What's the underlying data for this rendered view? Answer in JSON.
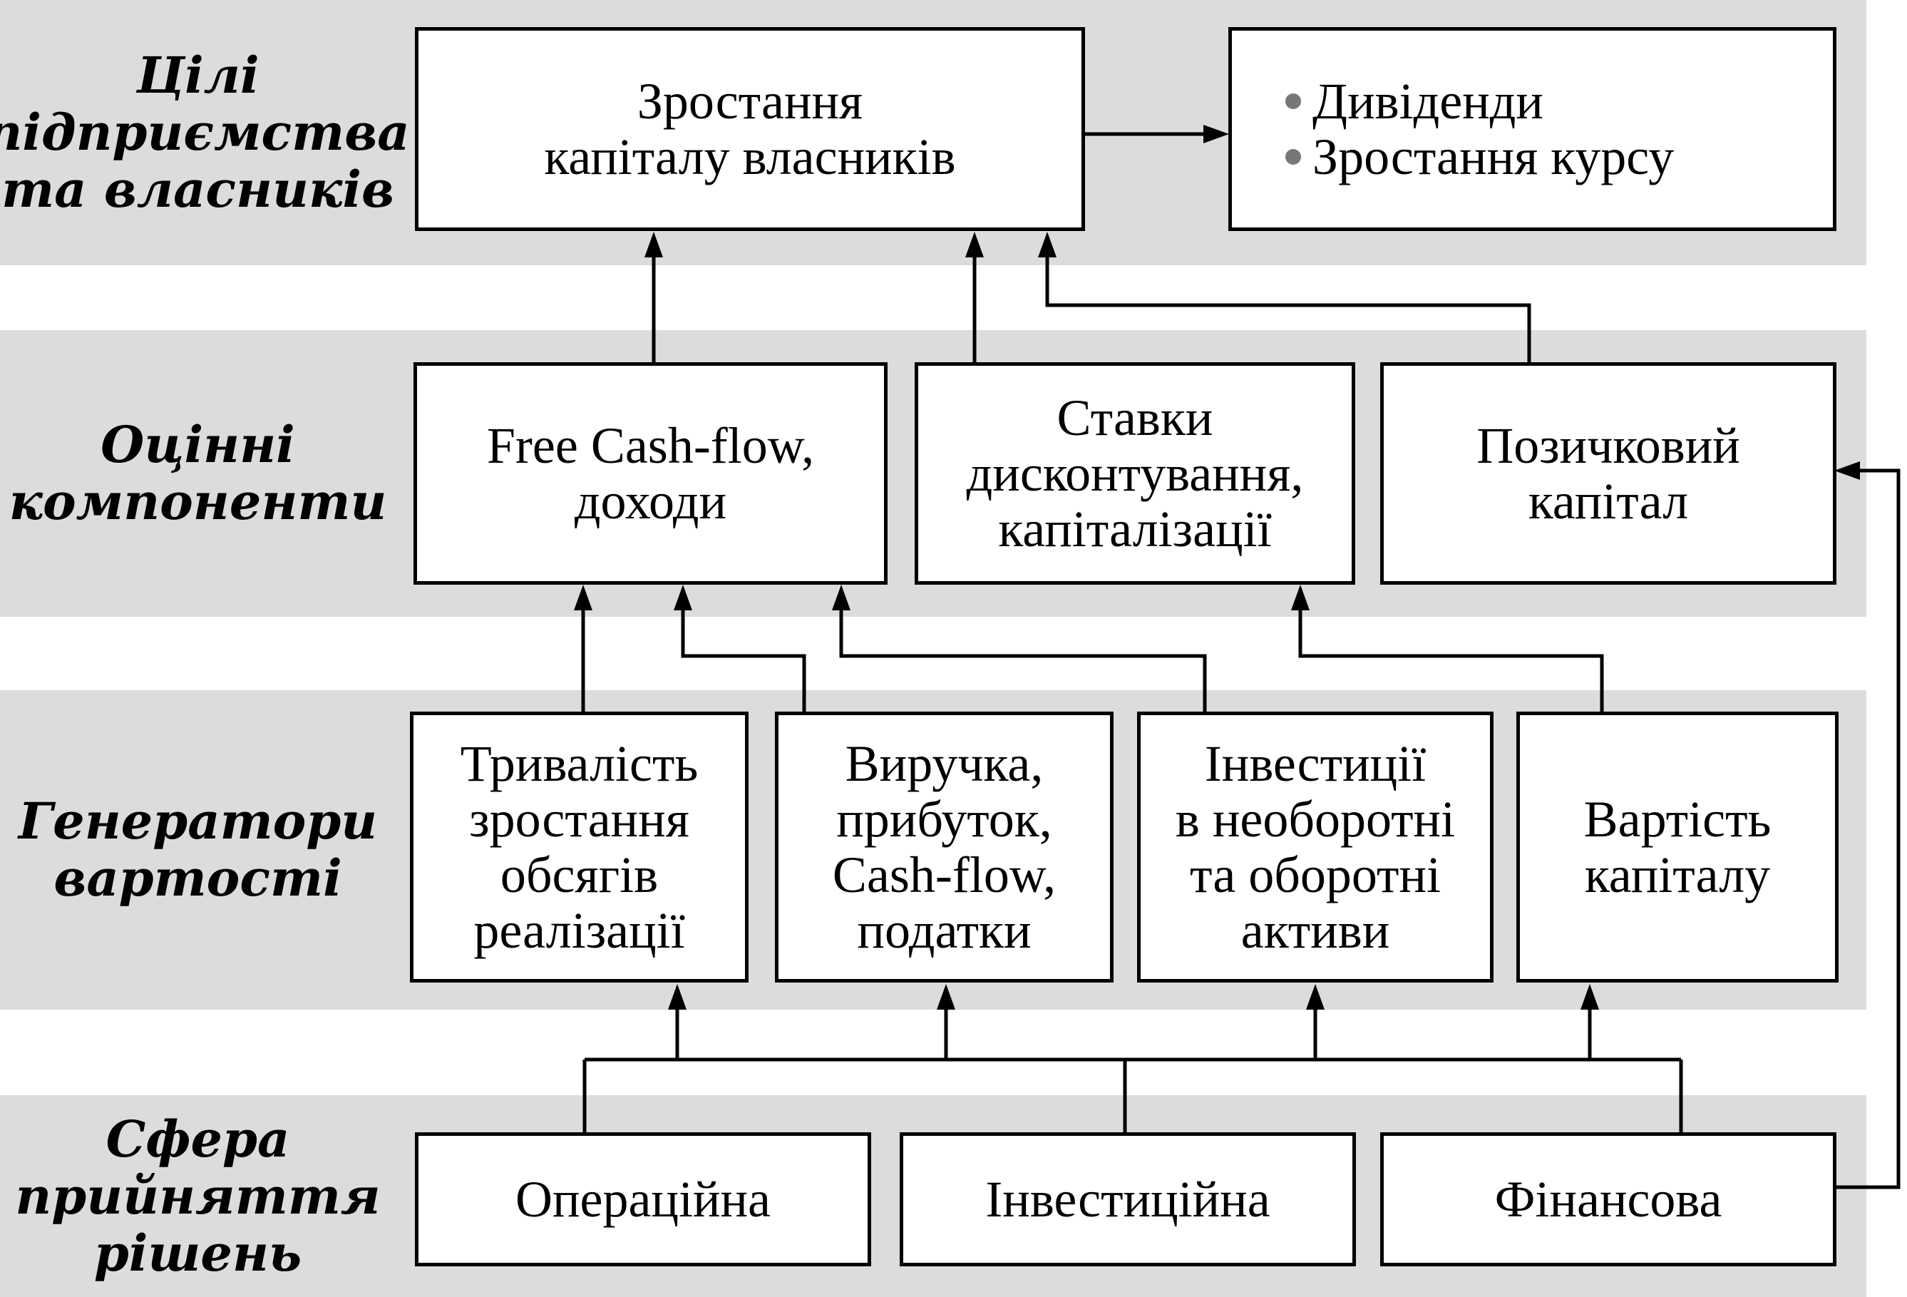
{
  "bands": [
    {
      "id": "goals",
      "fill": "#dcdcdc",
      "lines": [
        "Цілі",
        "підприємства",
        "та власників"
      ]
    },
    {
      "id": "evaluation",
      "fill": "#dcdcdc",
      "lines": [
        "Оцінні",
        "компоненти"
      ]
    },
    {
      "id": "generators",
      "fill": "#dcdcdc",
      "lines": [
        "Генератори",
        "вартості"
      ]
    },
    {
      "id": "decisions",
      "fill": "#dcdcdc",
      "lines": [
        "Сфера",
        "прийняття",
        "рішень"
      ]
    }
  ],
  "nodes": {
    "owner_capital_growth": {
      "lines": [
        "Зростання",
        "капіталу власників"
      ]
    },
    "dividends": {
      "bullets": [
        "Дивіденди",
        "Зростання курсу"
      ]
    },
    "free_cash_flow": {
      "lines": [
        "Free Cash-flow,",
        "доходи"
      ]
    },
    "discount_rates": {
      "lines": [
        "Ставки",
        "дисконтування,",
        "капіталізації"
      ]
    },
    "borrowed_capital": {
      "lines": [
        "Позичковий",
        "капітал"
      ]
    },
    "growth_duration": {
      "lines": [
        "Тривалість",
        "зростання",
        "обсягів",
        "реалізації"
      ]
    },
    "revenue_profit": {
      "lines": [
        "Виручка,",
        "прибуток,",
        "Cash-flow,",
        "податки"
      ]
    },
    "investments": {
      "lines": [
        "Інвестиції",
        "в необоротні",
        "та оборотні",
        "активи"
      ]
    },
    "capital_cost": {
      "lines": [
        "Вартість",
        "капіталу"
      ]
    },
    "operating": {
      "lines": [
        "Операційна"
      ]
    },
    "investment": {
      "lines": [
        "Інвестиційна"
      ]
    },
    "financial": {
      "lines": [
        "Фінансова"
      ]
    }
  },
  "edges": [
    {
      "from": "owner_capital_growth",
      "to": "dividends"
    },
    {
      "from": "free_cash_flow",
      "to": "owner_capital_growth"
    },
    {
      "from": "discount_rates",
      "to": "owner_capital_growth"
    },
    {
      "from": "borrowed_capital",
      "to": "owner_capital_growth"
    },
    {
      "from": "growth_duration",
      "to": "free_cash_flow"
    },
    {
      "from": "revenue_profit",
      "to": "free_cash_flow"
    },
    {
      "from": "investments",
      "to": "free_cash_flow"
    },
    {
      "from": "capital_cost",
      "to": "discount_rates"
    },
    {
      "from": "operating",
      "to": "growth_duration"
    },
    {
      "from": "operating",
      "to": "revenue_profit"
    },
    {
      "from": "operating",
      "to": "investments"
    },
    {
      "from": "operating",
      "to": "capital_cost"
    },
    {
      "from": "investment",
      "to": "growth_duration"
    },
    {
      "from": "investment",
      "to": "revenue_profit"
    },
    {
      "from": "investment",
      "to": "investments"
    },
    {
      "from": "investment",
      "to": "capital_cost"
    },
    {
      "from": "financial",
      "to": "growth_duration"
    },
    {
      "from": "financial",
      "to": "revenue_profit"
    },
    {
      "from": "financial",
      "to": "investments"
    },
    {
      "from": "financial",
      "to": "capital_cost"
    },
    {
      "from": "financial",
      "to": "borrowed_capital"
    }
  ],
  "colors": {
    "line": "#000000",
    "box_fill": "#ffffff",
    "bullet": "#777777"
  }
}
